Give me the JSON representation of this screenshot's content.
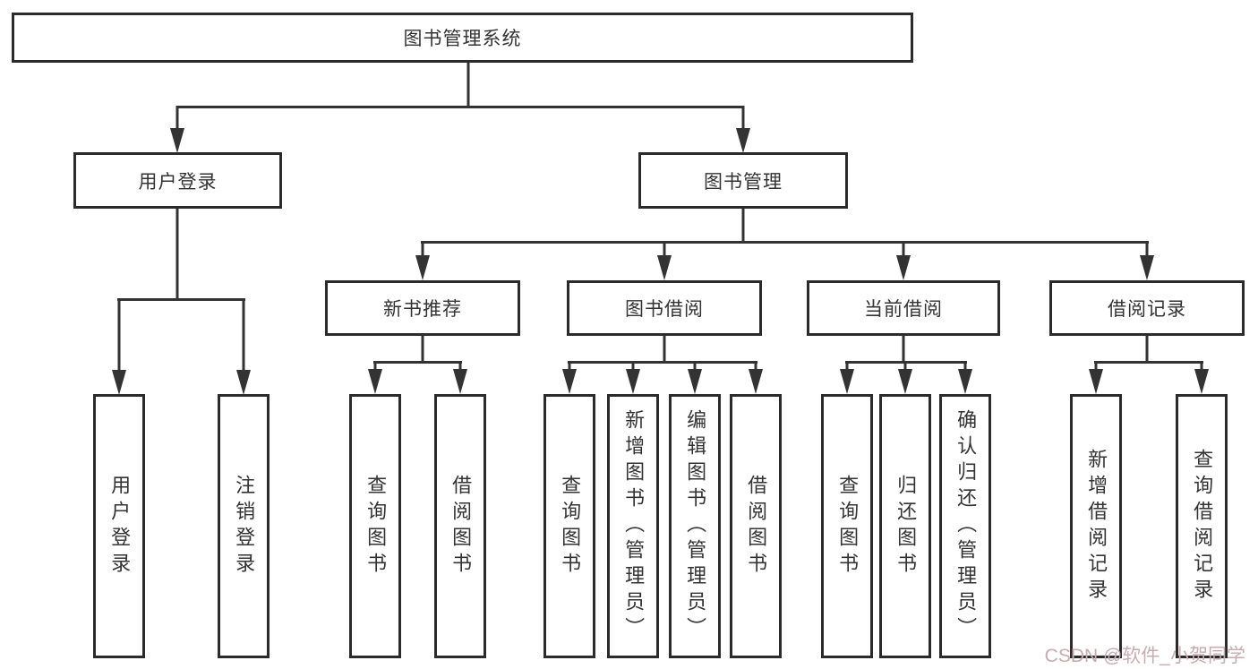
{
  "tree": {
    "label": "图书管理系统",
    "children": [
      {
        "label": "用户登录",
        "children": [
          {
            "label": "用户登录"
          },
          {
            "label": "注销登录"
          }
        ]
      },
      {
        "label": "图书管理",
        "children": [
          {
            "label": "新书推荐",
            "children": [
              {
                "label": "查询图书"
              },
              {
                "label": "借阅图书"
              }
            ]
          },
          {
            "label": "图书借阅",
            "children": [
              {
                "label": "查询图书"
              },
              {
                "label": "新增图书（管理员）"
              },
              {
                "label": "编辑图书（管理员）"
              },
              {
                "label": "借阅图书"
              }
            ]
          },
          {
            "label": "当前借阅",
            "children": [
              {
                "label": "查询图书"
              },
              {
                "label": "归还图书"
              },
              {
                "label": "确认归还（管理员）"
              }
            ]
          },
          {
            "label": "借阅记录",
            "children": [
              {
                "label": "新增借阅记录"
              },
              {
                "label": "查询借阅记录"
              }
            ]
          }
        ]
      }
    ]
  },
  "watermark": {
    "text": "CSDN @软件_小贺同学"
  },
  "colors": {
    "line": "#333333",
    "box_border": "#2b2b2b",
    "box_background": "#ffffff",
    "text": "#333333",
    "watermark": "#c9abb0"
  }
}
